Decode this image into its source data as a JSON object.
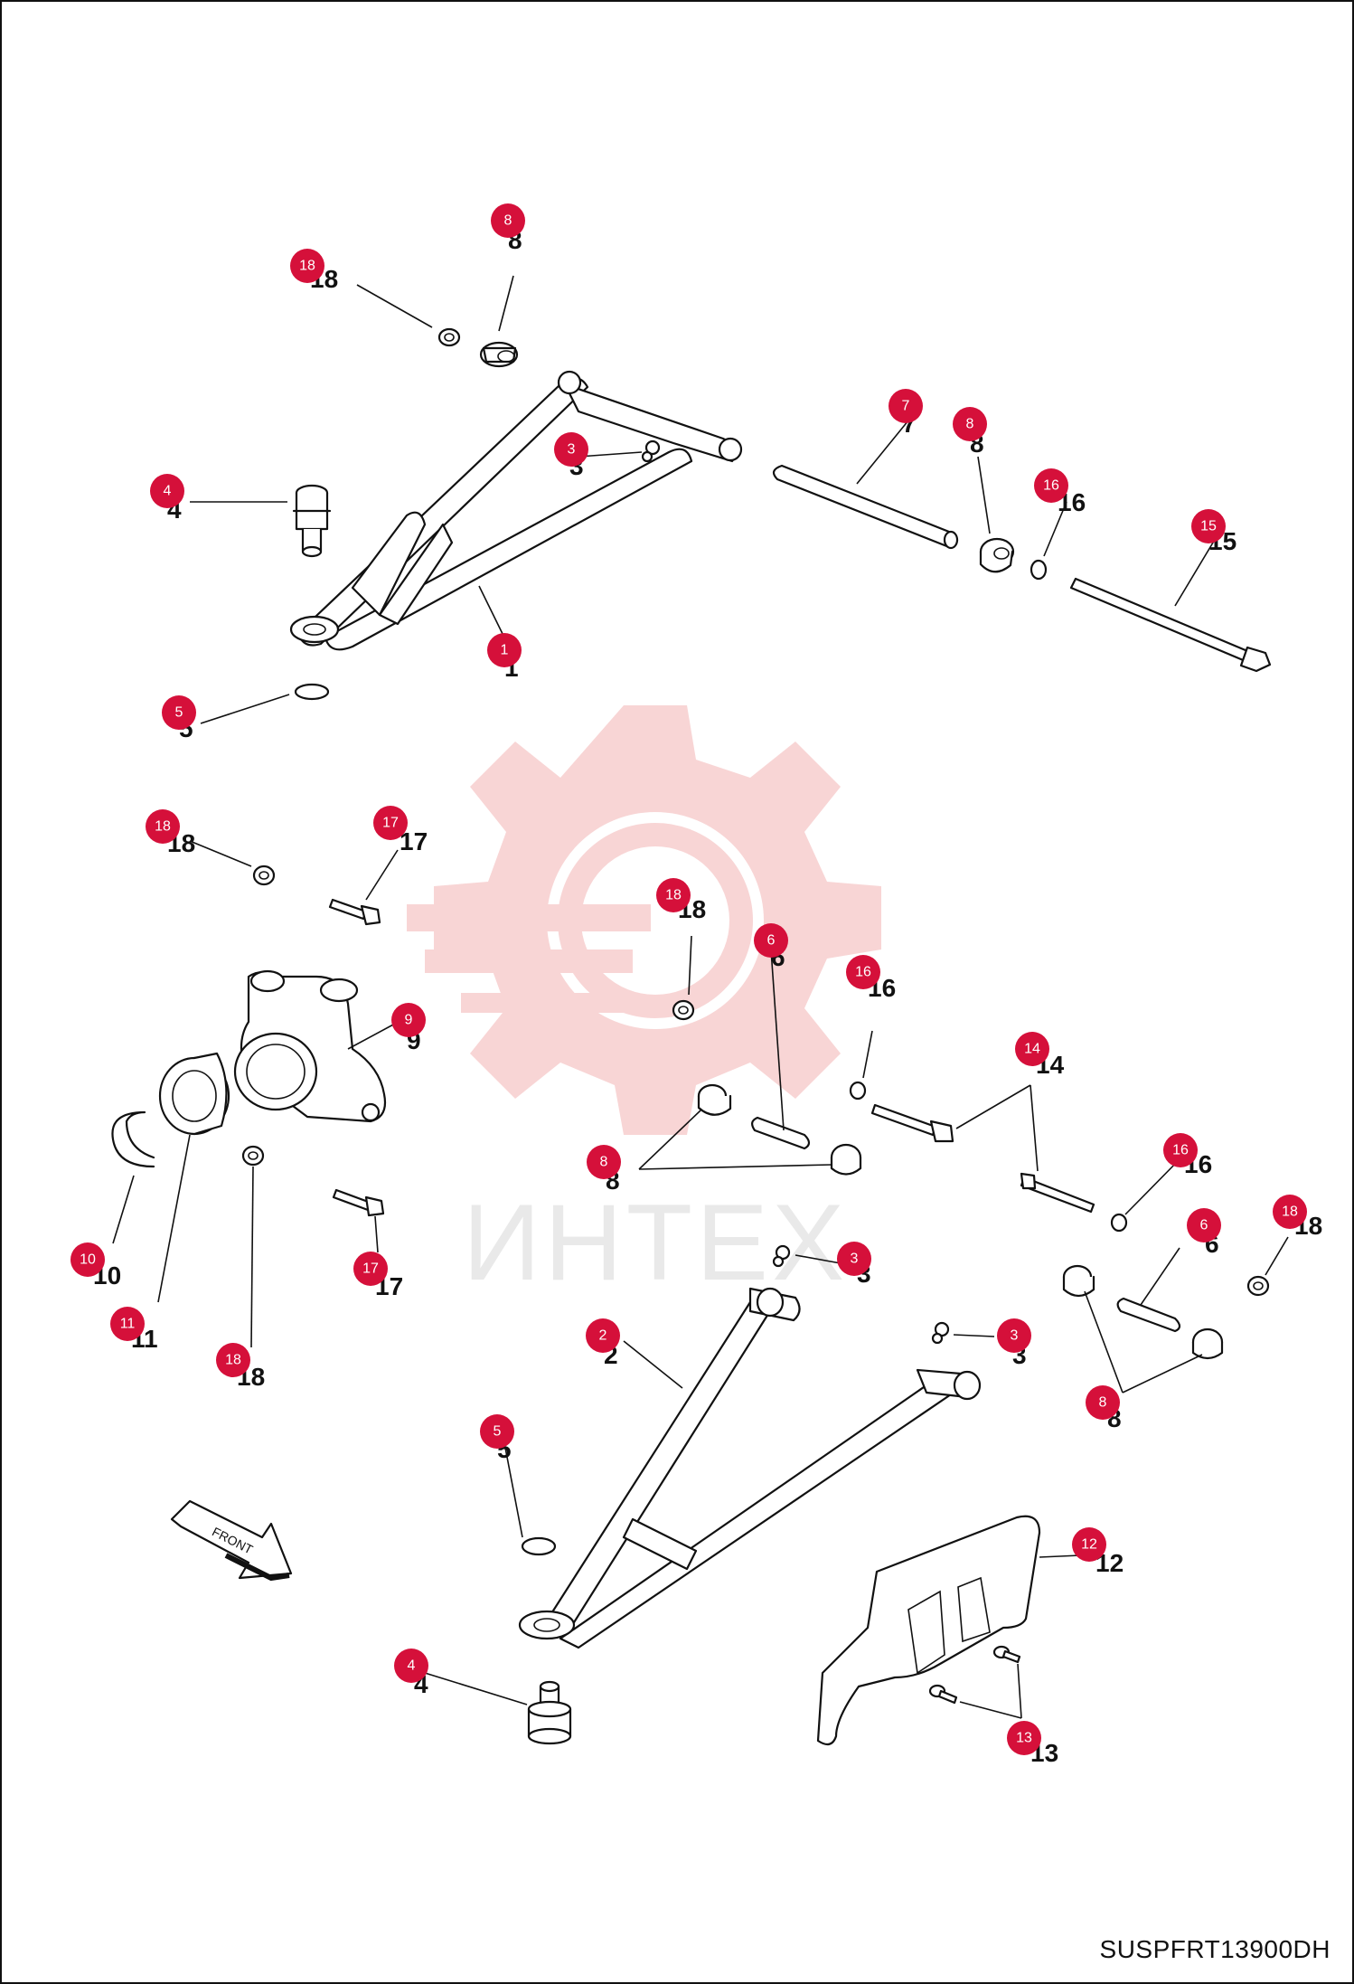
{
  "diagram": {
    "drawing_code": "SUSPFRT13900DH",
    "watermark_text": "ИНТЕХ",
    "front_label": "FRONT",
    "callout_color": "#d5103a",
    "watermark_color": "#f3b3b3",
    "callouts": [
      {
        "number": "8"
      },
      {
        "number": "18"
      },
      {
        "number": "3"
      },
      {
        "number": "4"
      },
      {
        "number": "1"
      },
      {
        "number": "5"
      },
      {
        "number": "7"
      },
      {
        "number": "8"
      },
      {
        "number": "16"
      },
      {
        "number": "15"
      },
      {
        "number": "18"
      },
      {
        "number": "17"
      },
      {
        "number": "18"
      },
      {
        "number": "6"
      },
      {
        "number": "16"
      },
      {
        "number": "9"
      },
      {
        "number": "14"
      },
      {
        "number": "8"
      },
      {
        "number": "16"
      },
      {
        "number": "6"
      },
      {
        "number": "18"
      },
      {
        "number": "10"
      },
      {
        "number": "11"
      },
      {
        "number": "18"
      },
      {
        "number": "17"
      },
      {
        "number": "3"
      },
      {
        "number": "2"
      },
      {
        "number": "3"
      },
      {
        "number": "8"
      },
      {
        "number": "5"
      },
      {
        "number": "12"
      },
      {
        "number": "4"
      },
      {
        "number": "13"
      }
    ]
  }
}
